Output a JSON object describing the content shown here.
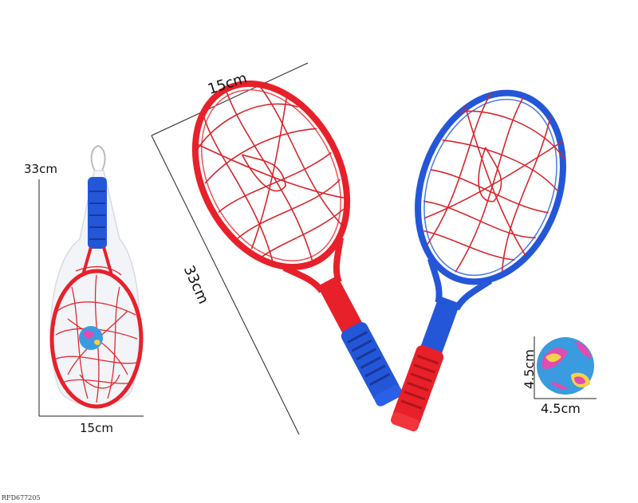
{
  "dimensions": {
    "package_height": "33cm",
    "package_width": "15cm",
    "racket_width": "15cm",
    "racket_height": "33cm",
    "ball_height": "4.5cm",
    "ball_width": "4.5cm"
  },
  "product_code": "RFD677205",
  "colors": {
    "red": "#e8202a",
    "blue": "#2456d8",
    "ball_blue": "#3a9be0",
    "ball_pink": "#e04cb0",
    "ball_yellow": "#f5d24a"
  }
}
